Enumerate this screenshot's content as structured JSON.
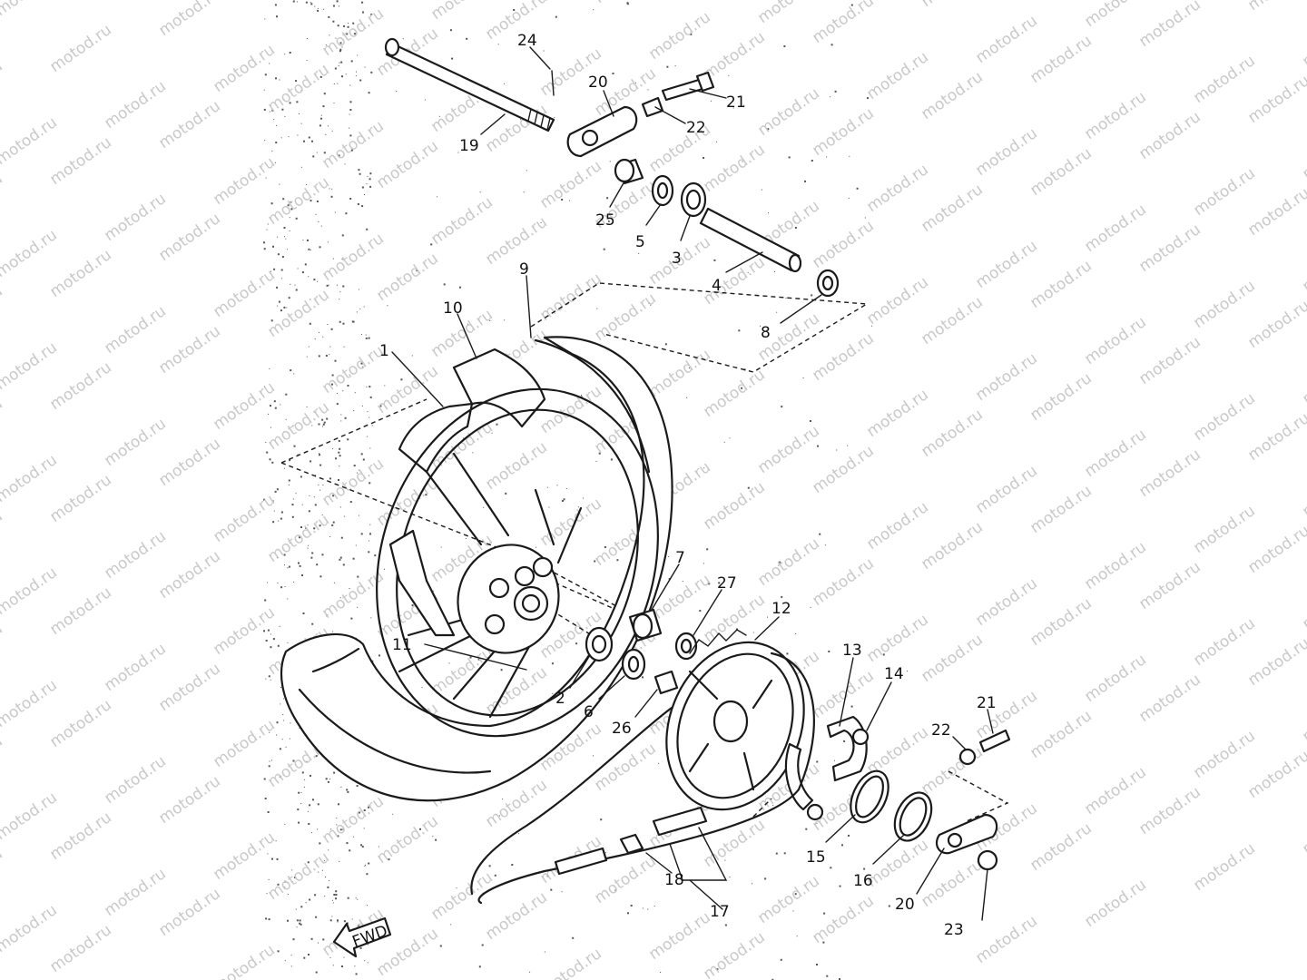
{
  "watermark": "motod.ru",
  "fwd_label": "FWD",
  "callouts": [
    "1",
    "2",
    "3",
    "4",
    "5",
    "6",
    "7",
    "8",
    "9",
    "10",
    "11",
    "12",
    "13",
    "14",
    "15",
    "16",
    "17",
    "18",
    "19",
    "20",
    "20",
    "21",
    "21",
    "22",
    "22",
    "23",
    "24",
    "25",
    "26",
    "27"
  ],
  "colors": {
    "line": "#1a1a1a",
    "watermark": "#c9c9c9",
    "background": "#ffffff"
  }
}
